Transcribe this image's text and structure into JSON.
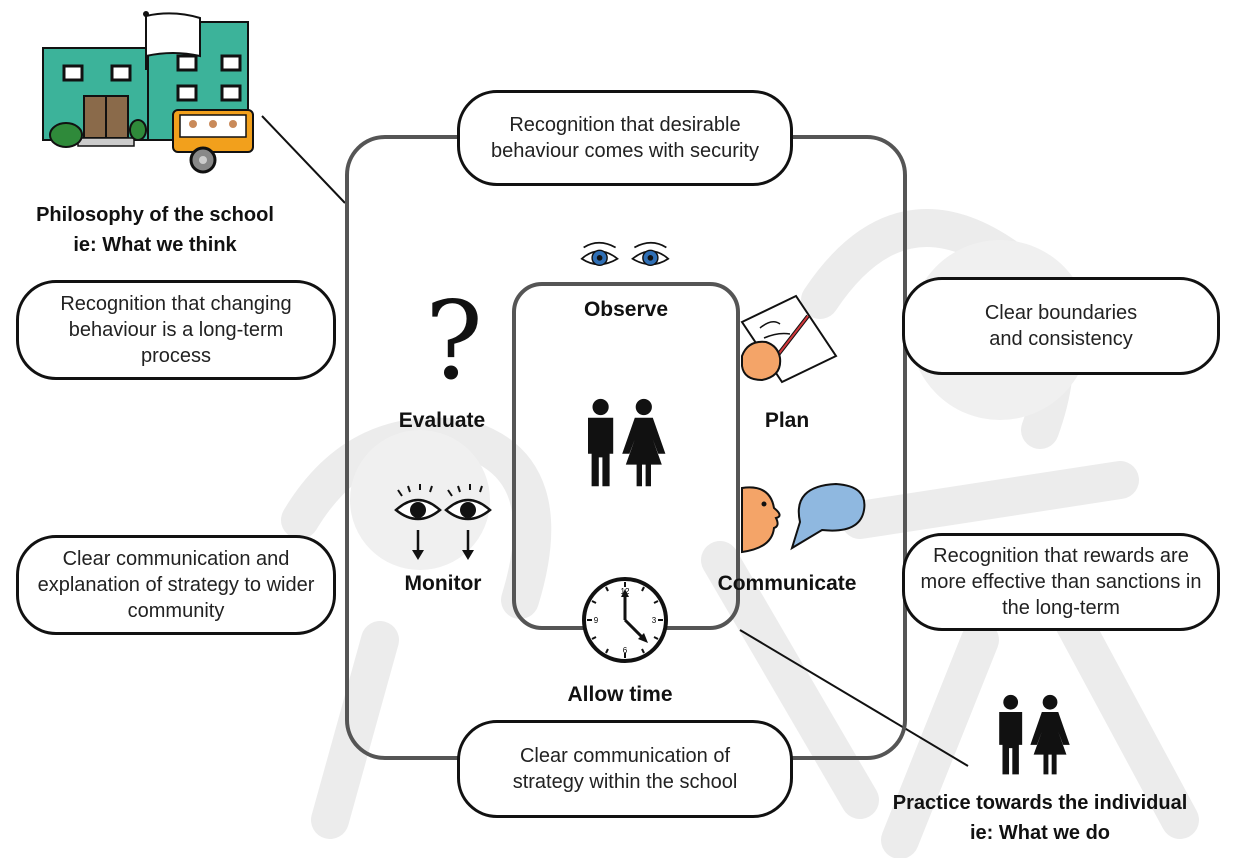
{
  "philosophy": {
    "caption_line1": "Philosophy of the school",
    "caption_line2": "ie: What we think",
    "bubbles": {
      "top": "Recognition that desirable behaviour comes with security",
      "left_upper": "Recognition that changing behaviour is a long-term process",
      "left_lower": "Clear communication and explanation of strategy to wider community",
      "right_upper": "Clear boundaries and consistency",
      "right_lower": "Recognition that rewards are more effective than sanctions in the long-term",
      "bottom": "Clear communication of strategy within the school"
    }
  },
  "cycle": {
    "observe": "Observe",
    "plan": "Plan",
    "communicate": "Communicate",
    "allow_time": "Allow time",
    "monitor": "Monitor",
    "evaluate": "Evaluate"
  },
  "practice": {
    "caption_line1": "Practice towards the individual",
    "caption_line2": "ie: What we do"
  },
  "clock": {
    "n12": "12",
    "n3": "3",
    "n6": "6",
    "n9": "9"
  },
  "colors": {
    "school_wall": "#3cb39a",
    "school_roof": "#2a8f7a",
    "door": "#8a6a4a",
    "bus": "#f2a01c",
    "eye_iris": "#2f6fb5",
    "speech_bubble": "#8fb8e0",
    "skin": "#f4a468",
    "frame": "#555555"
  },
  "icons": [
    "school-building-icon",
    "eyes-icon",
    "question-mark-icon",
    "writing-hand-icon",
    "speaking-face-icon",
    "watching-eyes-icon",
    "clock-icon",
    "people-icon"
  ]
}
